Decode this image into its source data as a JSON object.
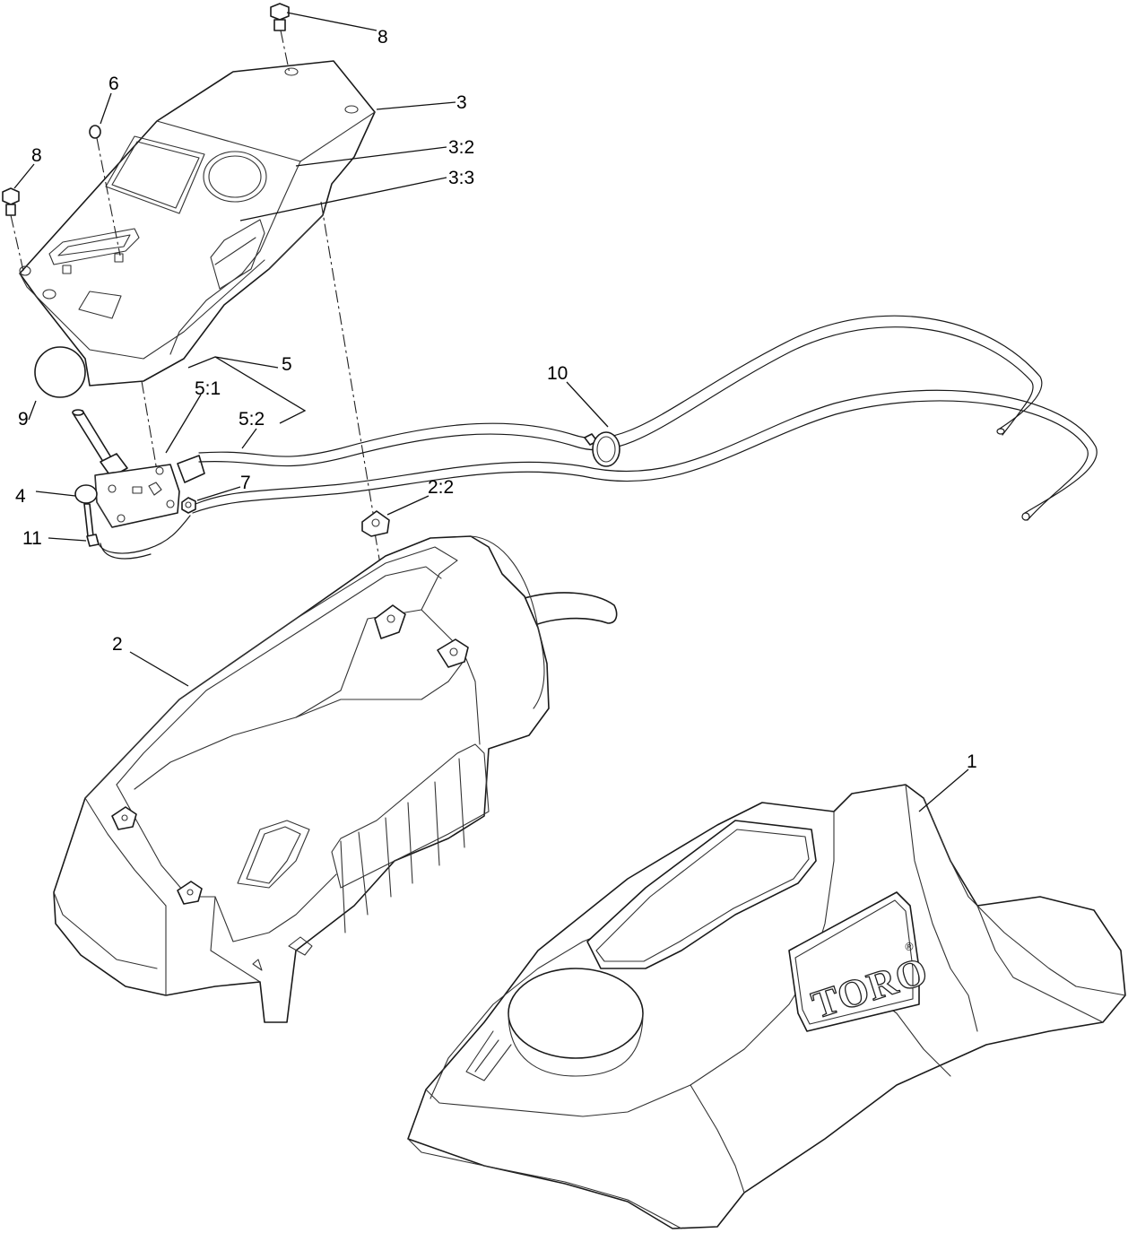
{
  "diagram": {
    "callouts": [
      {
        "id": "c8a",
        "label": "8"
      },
      {
        "id": "c6",
        "label": "6"
      },
      {
        "id": "c3",
        "label": "3"
      },
      {
        "id": "c3-2",
        "label": "3:2"
      },
      {
        "id": "c8b",
        "label": "8"
      },
      {
        "id": "c3-3",
        "label": "3:3"
      },
      {
        "id": "c5",
        "label": "5"
      },
      {
        "id": "c5-1",
        "label": "5:1"
      },
      {
        "id": "c10",
        "label": "10"
      },
      {
        "id": "c5-2",
        "label": "5:2"
      },
      {
        "id": "c9",
        "label": "9"
      },
      {
        "id": "c7",
        "label": "7"
      },
      {
        "id": "c4",
        "label": "4"
      },
      {
        "id": "c2-2",
        "label": "2:2"
      },
      {
        "id": "c11",
        "label": "11"
      },
      {
        "id": "c2",
        "label": "2"
      },
      {
        "id": "c1",
        "label": "1"
      }
    ],
    "logo_text": "TORO",
    "logo_mark": "®"
  }
}
